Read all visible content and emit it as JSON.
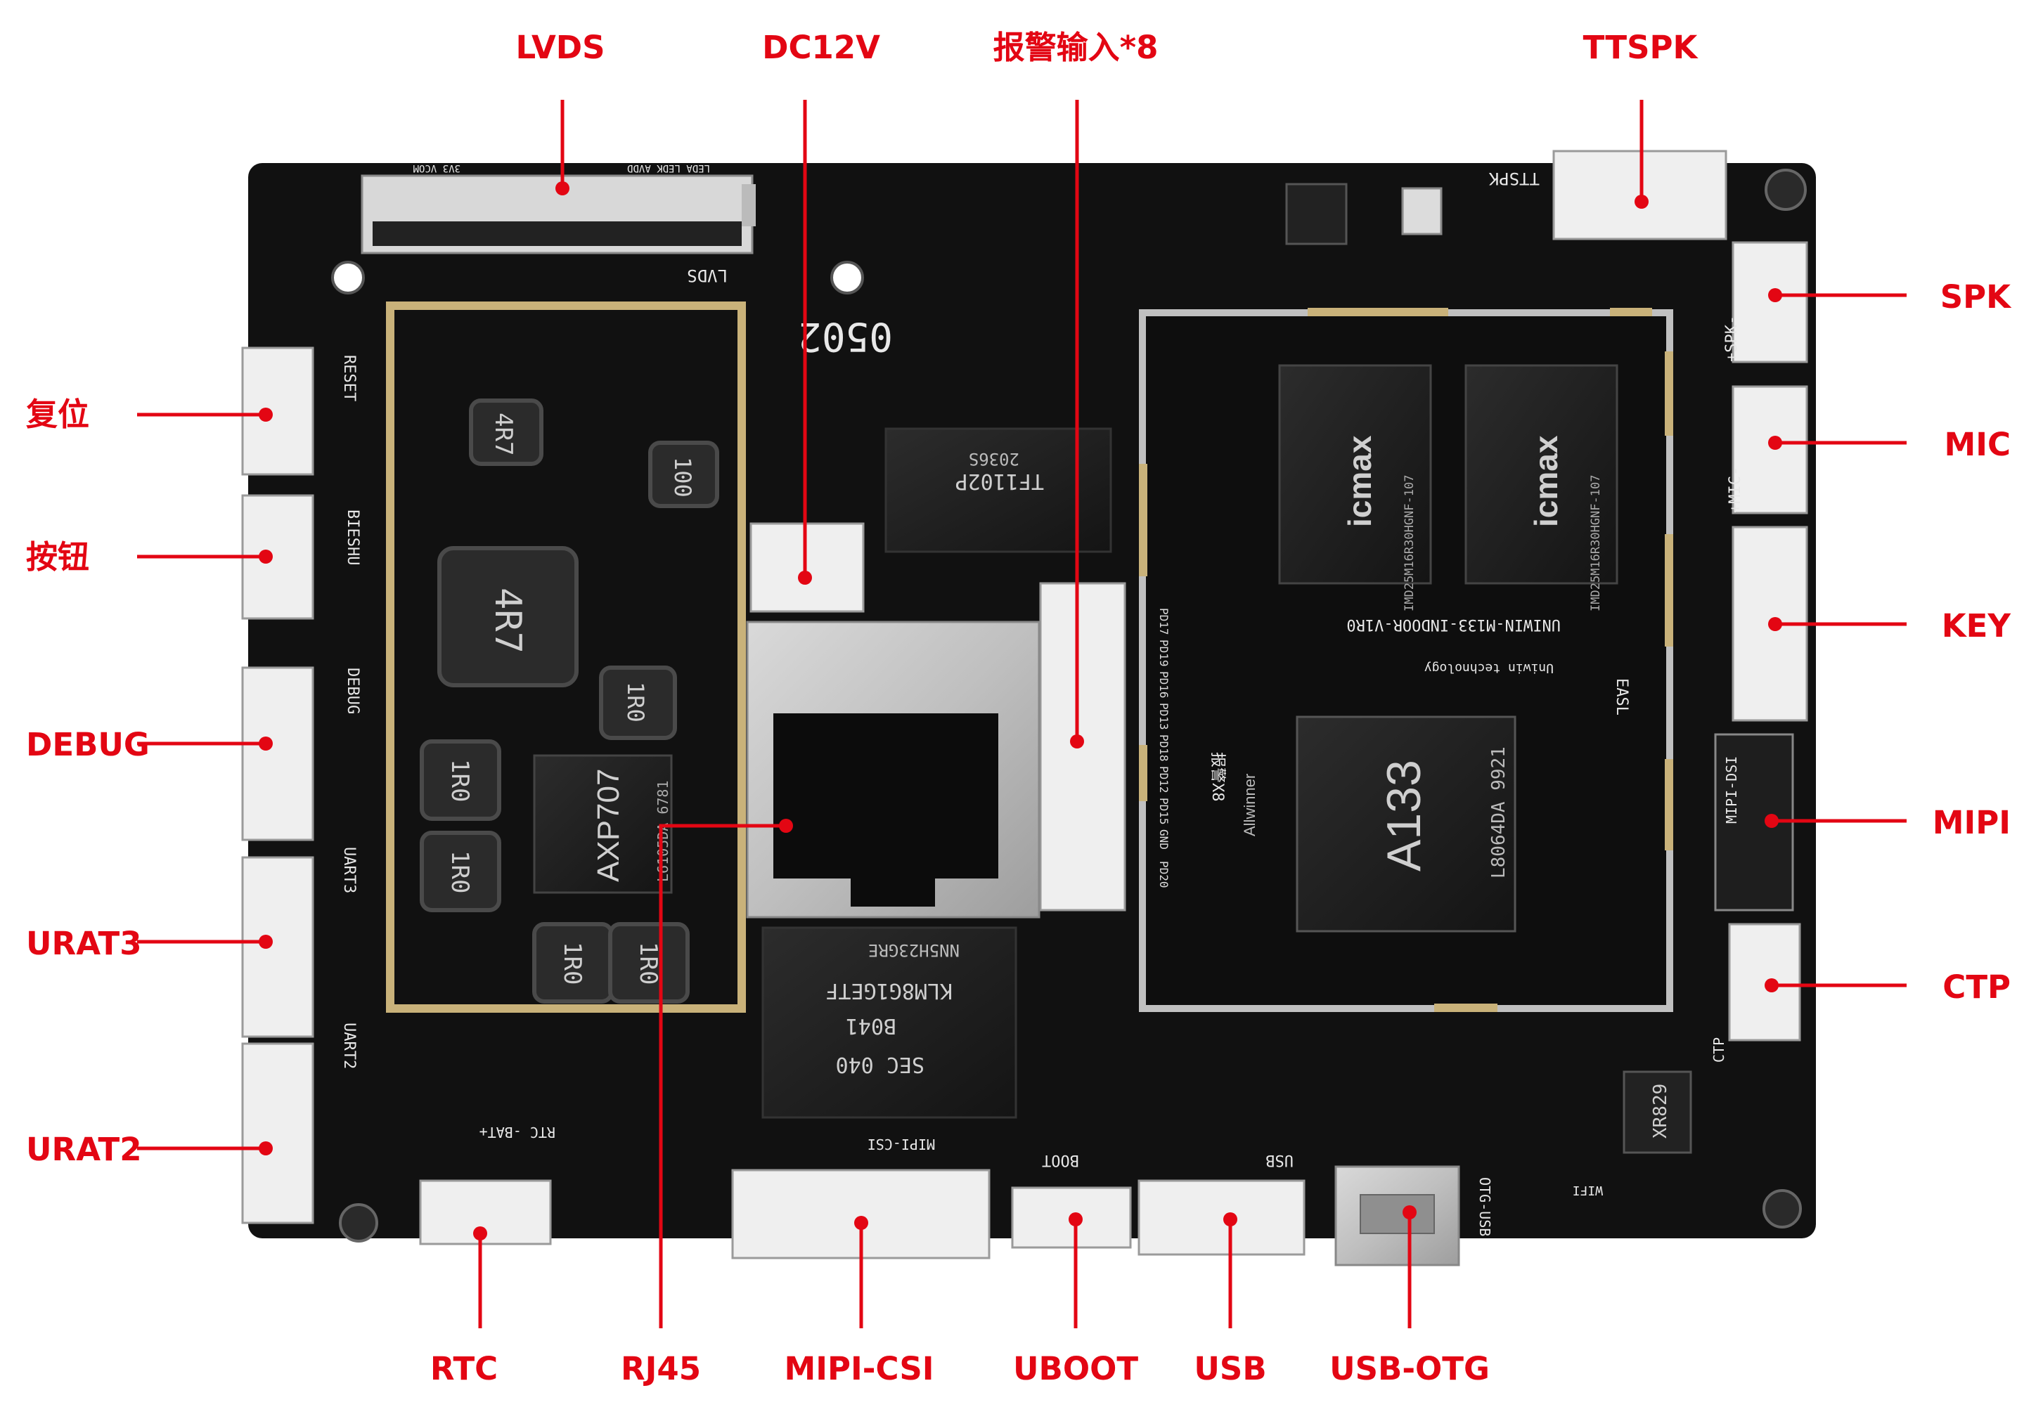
{
  "labels": {
    "top": {
      "lvds": "LVDS",
      "dc12v": "DC12V",
      "alarm_input": "报警输入*8",
      "ttspk": "TTSPK"
    },
    "left": {
      "reset": "复位",
      "button": "按钮",
      "debug": "DEBUG",
      "urat3": "URAT3",
      "urat2": "URAT2"
    },
    "right": {
      "spk": "SPK",
      "mic": "MIC",
      "key": "KEY",
      "mipi": "MIPI",
      "ctp": "CTP"
    },
    "bottom": {
      "rtc": "RTC",
      "rj45": "RJ45",
      "mipi_csi": "MIPI-CSI",
      "uboot": "UBOOT",
      "usb": "USB",
      "usb_otg": "USB-OTG"
    }
  },
  "board": {
    "silkscreen": {
      "board_code": "0502",
      "core_board": "UNIWIN-M133-INDOOR-V1R0",
      "brand": "Uniwin technology",
      "soc_brand": "Allwinner",
      "soc_model": "A133",
      "soc_code": "L8064DA 9921",
      "ram_brand": "icmax",
      "ram_part": "IMD25M16R30HGNF-107",
      "pmic": "AXP707",
      "pmic_code": "L6105DA 6781",
      "emmc_part": "KLM8G1GETF",
      "emmc_code": "B041",
      "emmc_brand": "SEC 040",
      "emmc_extra": "NN5H23GRE",
      "transformer": "TF1102P",
      "transformer_code": "2036S",
      "inductor_4r7": "4R7",
      "inductor_1r0": "1R0",
      "inductor_100": "100",
      "inductor_4r7_small": "4R7",
      "wifi_chip": "XR829",
      "conn_lvds": "LVDS",
      "conn_lvds_pins": "LEDA LEDK AVDD",
      "conn_lvds_pins2": "3V3 VCOM",
      "conn_ttspk": "TTSPK",
      "conn_reset": "RESET",
      "conn_bieshu": "BIESHU",
      "conn_debug": "DEBUG",
      "conn_uart3": "UART3",
      "conn_uart2": "UART2",
      "conn_spk": "+SPK-",
      "conn_mic": "+MIC-",
      "conn_mipi_dsi": "MIPI-DSI",
      "conn_mipi_csi": "MIPI-CSI",
      "conn_boot": "BOOT",
      "conn_usb": "USB",
      "conn_otg_usb": "OTG-USB",
      "conn_rtc_bat": "RTC -BAT+",
      "conn_wifi": "WIFI",
      "conn_ctp": "CTP",
      "alarm_block": "报警X8",
      "easl": "EASL",
      "alarm_pins": [
        "PD17",
        "PD19",
        "PD16",
        "PD13",
        "PD18",
        "PD12",
        "PD15",
        "GND",
        "PD20"
      ]
    }
  }
}
